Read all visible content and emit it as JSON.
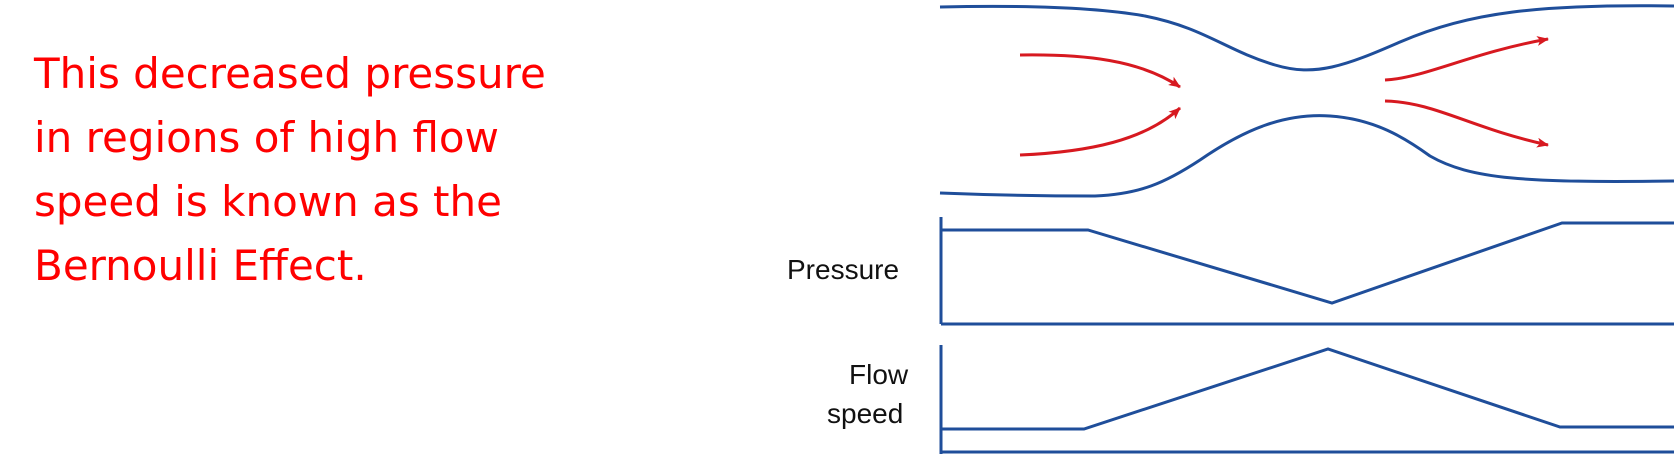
{
  "slide": {
    "text_lines": [
      "This decreased pressure",
      "in regions of high flow",
      "speed is known as the",
      "Bernoulli Effect."
    ]
  },
  "diagram": {
    "pressure_label": "Pressure",
    "flow_label_line1": "Flow",
    "flow_label_line2": "speed",
    "colors": {
      "pipe": "#1f4e9a",
      "arrows": "#d71920",
      "text": "#ff0000"
    },
    "pressure_profile": {
      "inlet": "high",
      "constriction": "low",
      "outlet": "high"
    },
    "flow_speed_profile": {
      "inlet": "low",
      "constriction": "high",
      "outlet": "low"
    }
  }
}
